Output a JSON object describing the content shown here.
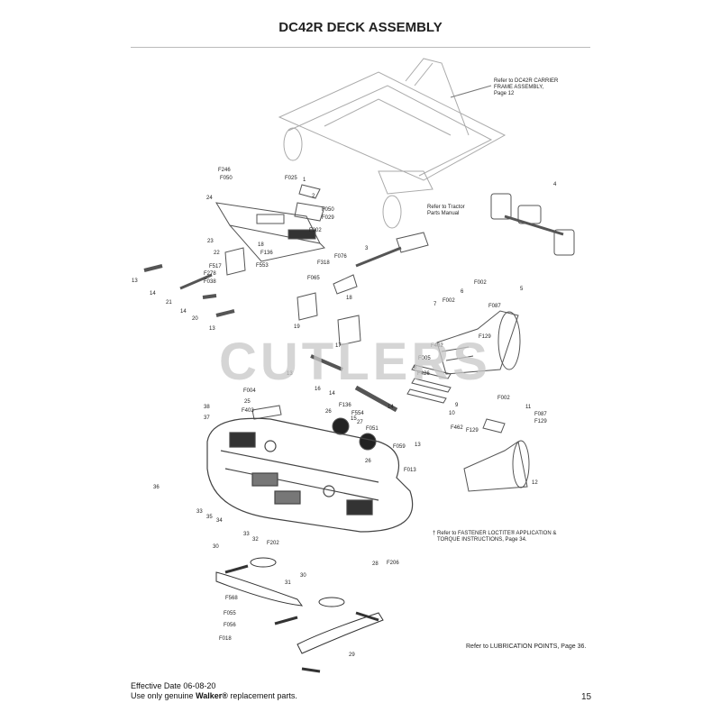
{
  "page": {
    "title": "DC42R DECK ASSEMBLY",
    "page_number": "15"
  },
  "notes": {
    "carrier_line1": "Refer to DC42R CARRIER",
    "carrier_line2": "FRAME ASSEMBLY,",
    "carrier_line3": "Page 12",
    "tractor_line1": "Refer to Tractor",
    "tractor_line2": "Parts Manual",
    "loctite_line1": "† Refer to FASTENER LOCTITE® APPLICATION &",
    "loctite_line2": "TORQUE INSTRUCTIONS, Page 34.",
    "lubrication": "Refer to LUBRICATION POINTS, Page 36."
  },
  "footer": {
    "effective_date": "Effective Date 06-08-20",
    "genuine_prefix": "Use only genuine ",
    "brand": "Walker®",
    "genuine_suffix": " replacement parts."
  },
  "watermark": "CUTLERS",
  "callouts": [
    "F246",
    "F050",
    "F025",
    "1",
    "24",
    "2",
    "F050",
    "F029",
    "F002",
    "23",
    "18",
    "F136",
    "F553",
    "F517",
    "F278",
    "F038",
    "22",
    "13",
    "14",
    "21",
    "14",
    "20",
    "13",
    "F318",
    "F076",
    "3",
    "F065",
    "18",
    "19",
    "17",
    "4",
    "7",
    "F002",
    "6",
    "F002",
    "F087",
    "5",
    "F129",
    "F462",
    "F005",
    "8",
    "F426",
    "9",
    "10",
    "F462",
    "F002",
    "11",
    "F087",
    "F129",
    "F129",
    "12",
    "13",
    "16",
    "14",
    "F136",
    "F554",
    "26",
    "15",
    "27",
    "F051",
    "14",
    "13",
    "F059",
    "26",
    "F013",
    "F004",
    "25",
    "F403",
    "38",
    "37",
    "36",
    "33",
    "35",
    "34",
    "33",
    "32",
    "F202",
    "30",
    "31",
    "F568",
    "F055",
    "F056",
    "F018",
    "30",
    "29",
    "28",
    "F206"
  ]
}
